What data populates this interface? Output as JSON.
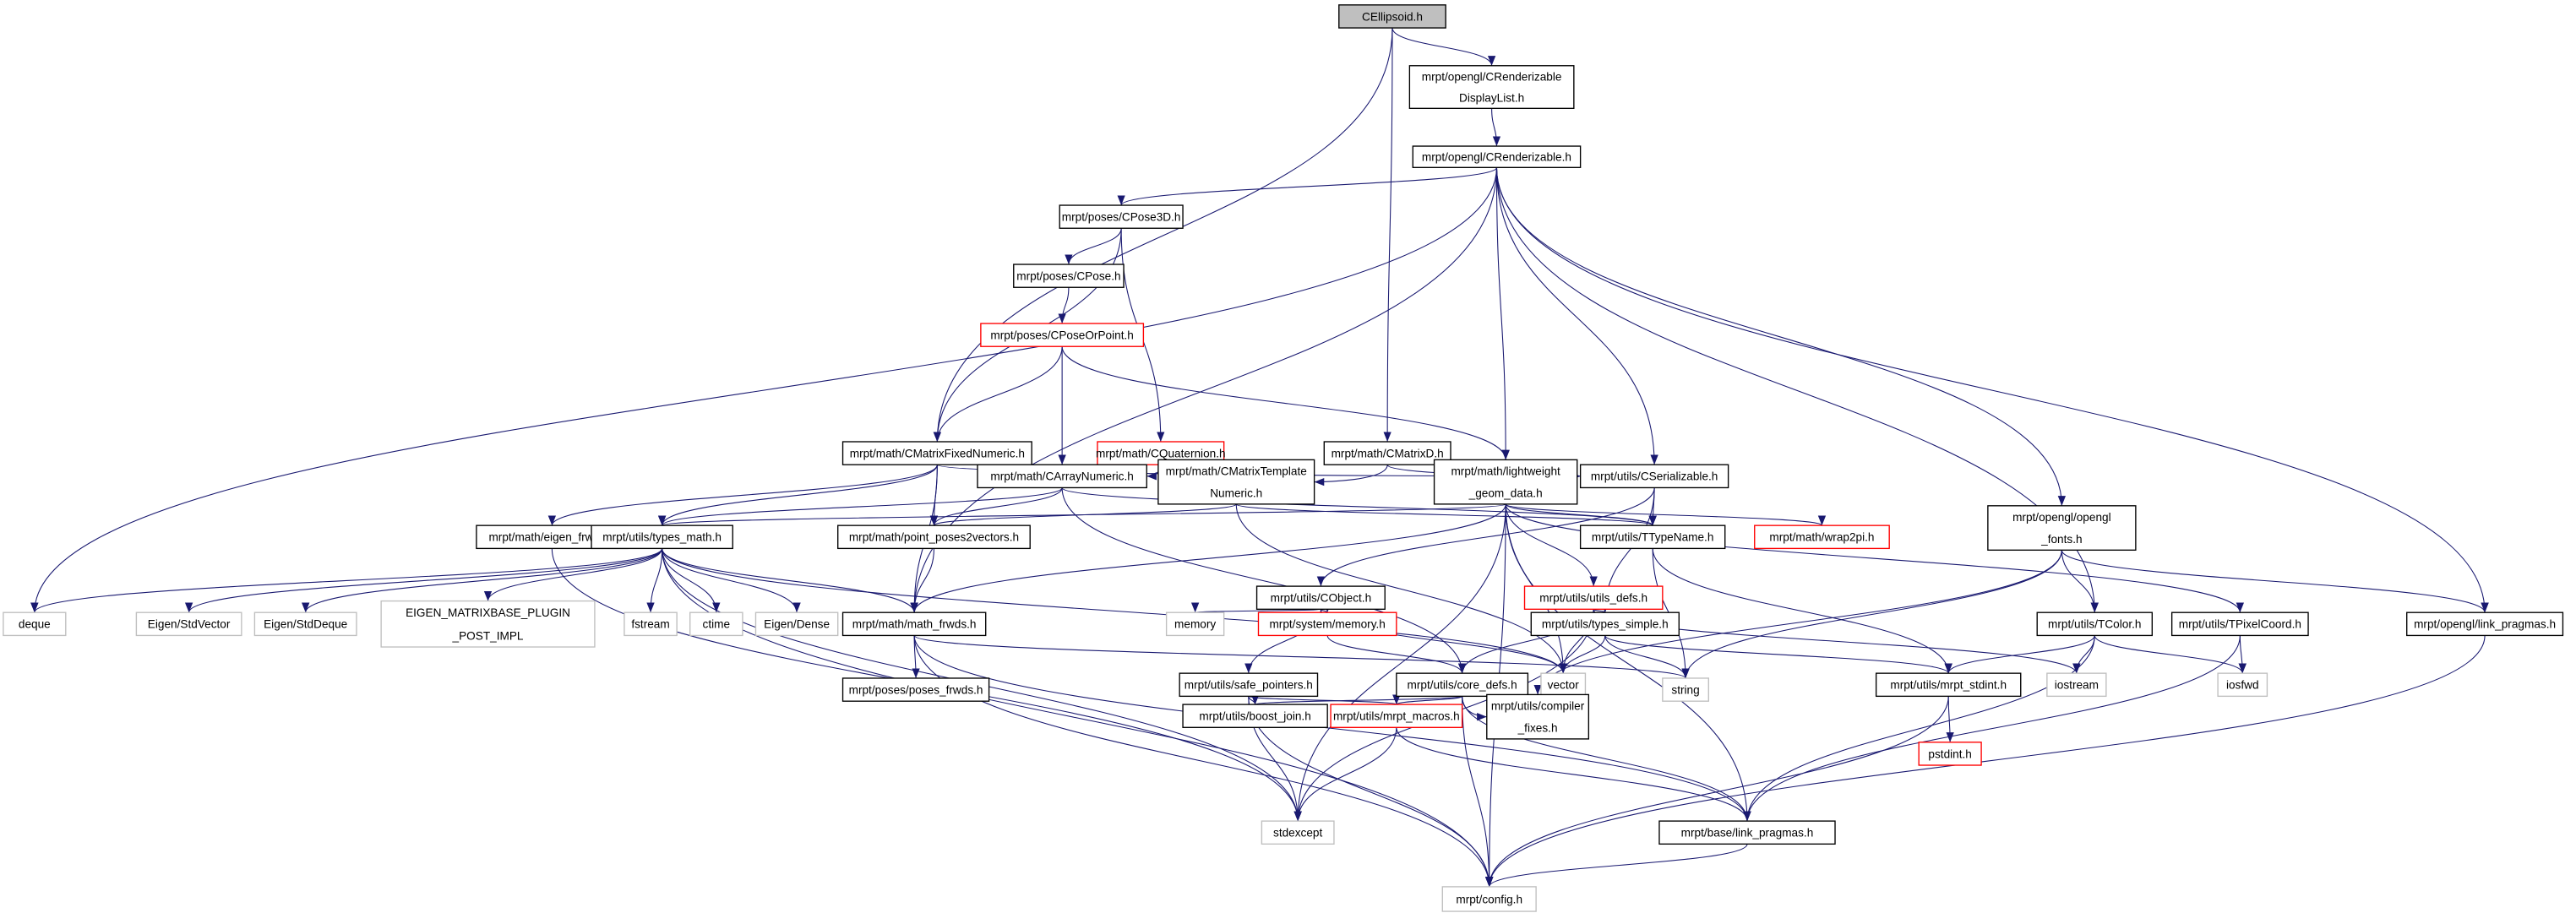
{
  "title": "CEllipsoid.h",
  "colors": {
    "edge": "#191970",
    "normal_border": "#000000",
    "truncated_border": "#ff0000",
    "external_border": "#bfbfbf",
    "root_fill": "#bfbfbf"
  },
  "nodes": [
    {
      "id": "root",
      "lines": [
        "CEllipsoid.h"
      ],
      "kind": "root"
    },
    {
      "id": "displaylist",
      "lines": [
        "mrpt/opengl/CRenderizable",
        "DisplayList.h"
      ],
      "kind": "normal"
    },
    {
      "id": "renderizable",
      "lines": [
        "mrpt/opengl/CRenderizable.h"
      ],
      "kind": "normal"
    },
    {
      "id": "cpose3d",
      "lines": [
        "mrpt/poses/CPose3D.h"
      ],
      "kind": "normal"
    },
    {
      "id": "cpose",
      "lines": [
        "mrpt/poses/CPose.h"
      ],
      "kind": "normal"
    },
    {
      "id": "cposeorpoint",
      "lines": [
        "mrpt/poses/CPoseOrPoint.h"
      ],
      "kind": "truncated"
    },
    {
      "id": "cmatrixfixed",
      "lines": [
        "mrpt/math/CMatrixFixedNumeric.h"
      ],
      "kind": "normal"
    },
    {
      "id": "cquaternion",
      "lines": [
        "mrpt/math/CQuaternion.h"
      ],
      "kind": "truncated"
    },
    {
      "id": "cmatrixd",
      "lines": [
        "mrpt/math/CMatrixD.h"
      ],
      "kind": "normal"
    },
    {
      "id": "carraynumeric",
      "lines": [
        "mrpt/math/CArrayNumeric.h"
      ],
      "kind": "normal"
    },
    {
      "id": "cmatrixtemplate",
      "lines": [
        "mrpt/math/CMatrixTemplate",
        "Numeric.h"
      ],
      "kind": "normal"
    },
    {
      "id": "lightweight",
      "lines": [
        "mrpt/math/lightweight",
        "_geom_data.h"
      ],
      "kind": "normal"
    },
    {
      "id": "cserializable",
      "lines": [
        "mrpt/utils/CSerializable.h"
      ],
      "kind": "normal"
    },
    {
      "id": "eigenfrwds",
      "lines": [
        "mrpt/math/eigen_frwds.h"
      ],
      "kind": "normal"
    },
    {
      "id": "typesmath",
      "lines": [
        "mrpt/utils/types_math.h"
      ],
      "kind": "normal"
    },
    {
      "id": "pointposes",
      "lines": [
        "mrpt/math/point_poses2vectors.h"
      ],
      "kind": "normal"
    },
    {
      "id": "ttypename",
      "lines": [
        "mrpt/utils/TTypeName.h"
      ],
      "kind": "normal"
    },
    {
      "id": "wrap2pi",
      "lines": [
        "mrpt/math/wrap2pi.h"
      ],
      "kind": "truncated"
    },
    {
      "id": "openglfonts",
      "lines": [
        "mrpt/opengl/opengl",
        "_fonts.h"
      ],
      "kind": "normal"
    },
    {
      "id": "cobject",
      "lines": [
        "mrpt/utils/CObject.h"
      ],
      "kind": "normal"
    },
    {
      "id": "utilsdefs",
      "lines": [
        "mrpt/utils/utils_defs.h"
      ],
      "kind": "truncated"
    },
    {
      "id": "deque",
      "lines": [
        "deque"
      ],
      "kind": "external"
    },
    {
      "id": "stdvector",
      "lines": [
        "Eigen/StdVector"
      ],
      "kind": "external"
    },
    {
      "id": "stddeque",
      "lines": [
        "Eigen/StdDeque"
      ],
      "kind": "external"
    },
    {
      "id": "eigenplugin",
      "lines": [
        "EIGEN_MATRIXBASE_PLUGIN",
        "_POST_IMPL"
      ],
      "kind": "external"
    },
    {
      "id": "fstream",
      "lines": [
        "fstream"
      ],
      "kind": "external"
    },
    {
      "id": "ctime",
      "lines": [
        "ctime"
      ],
      "kind": "external"
    },
    {
      "id": "eigendense",
      "lines": [
        "Eigen/Dense"
      ],
      "kind": "external"
    },
    {
      "id": "mathfrwds",
      "lines": [
        "mrpt/math/math_frwds.h"
      ],
      "kind": "normal"
    },
    {
      "id": "memory",
      "lines": [
        "memory"
      ],
      "kind": "external"
    },
    {
      "id": "sysmemory",
      "lines": [
        "mrpt/system/memory.h"
      ],
      "kind": "truncated"
    },
    {
      "id": "typessimple",
      "lines": [
        "mrpt/utils/types_simple.h"
      ],
      "kind": "normal"
    },
    {
      "id": "tcolor",
      "lines": [
        "mrpt/utils/TColor.h"
      ],
      "kind": "normal"
    },
    {
      "id": "tpixelcoord",
      "lines": [
        "mrpt/utils/TPixelCoord.h"
      ],
      "kind": "normal"
    },
    {
      "id": "glpragmas",
      "lines": [
        "mrpt/opengl/link_pragmas.h"
      ],
      "kind": "normal"
    },
    {
      "id": "posesfrwds",
      "lines": [
        "mrpt/poses/poses_frwds.h"
      ],
      "kind": "normal"
    },
    {
      "id": "safepointers",
      "lines": [
        "mrpt/utils/safe_pointers.h"
      ],
      "kind": "normal"
    },
    {
      "id": "coredefs",
      "lines": [
        "mrpt/utils/core_defs.h"
      ],
      "kind": "normal"
    },
    {
      "id": "vector",
      "lines": [
        "vector"
      ],
      "kind": "external"
    },
    {
      "id": "string",
      "lines": [
        "string"
      ],
      "kind": "external"
    },
    {
      "id": "mrptstdint",
      "lines": [
        "mrpt/utils/mrpt_stdint.h"
      ],
      "kind": "normal"
    },
    {
      "id": "iostream",
      "lines": [
        "iostream"
      ],
      "kind": "external"
    },
    {
      "id": "iosfwd",
      "lines": [
        "iosfwd"
      ],
      "kind": "external"
    },
    {
      "id": "boostjoin",
      "lines": [
        "mrpt/utils/boost_join.h"
      ],
      "kind": "normal"
    },
    {
      "id": "mrptmacros",
      "lines": [
        "mrpt/utils/mrpt_macros.h"
      ],
      "kind": "truncated"
    },
    {
      "id": "compilerfixes",
      "lines": [
        "mrpt/utils/compiler",
        "_fixes.h"
      ],
      "kind": "normal"
    },
    {
      "id": "pstdint",
      "lines": [
        "pstdint.h"
      ],
      "kind": "truncated"
    },
    {
      "id": "stdexcept",
      "lines": [
        "stdexcept"
      ],
      "kind": "external"
    },
    {
      "id": "basepragmas",
      "lines": [
        "mrpt/base/link_pragmas.h"
      ],
      "kind": "normal"
    },
    {
      "id": "config",
      "lines": [
        "mrpt/config.h"
      ],
      "kind": "external"
    }
  ],
  "edges": [
    [
      "root",
      "displaylist"
    ],
    [
      "root",
      "cmatrixfixed"
    ],
    [
      "root",
      "cmatrixd"
    ],
    [
      "displaylist",
      "renderizable"
    ],
    [
      "renderizable",
      "cpose3d"
    ],
    [
      "renderizable",
      "mathfrwds"
    ],
    [
      "renderizable",
      "lightweight"
    ],
    [
      "renderizable",
      "cserializable"
    ],
    [
      "renderizable",
      "openglfonts"
    ],
    [
      "renderizable",
      "tcolor"
    ],
    [
      "renderizable",
      "glpragmas"
    ],
    [
      "renderizable",
      "deque"
    ],
    [
      "cpose3d",
      "cpose"
    ],
    [
      "cpose3d",
      "cmatrixfixed"
    ],
    [
      "cpose3d",
      "cquaternion"
    ],
    [
      "cpose",
      "cposeorpoint"
    ],
    [
      "cposeorpoint",
      "cmatrixfixed"
    ],
    [
      "cposeorpoint",
      "carraynumeric"
    ],
    [
      "cposeorpoint",
      "lightweight"
    ],
    [
      "cmatrixfixed",
      "cserializable"
    ],
    [
      "cmatrixfixed",
      "eigenfrwds"
    ],
    [
      "cmatrixfixed",
      "typesmath"
    ],
    [
      "cmatrixfixed",
      "pointposes"
    ],
    [
      "cmatrixfixed",
      "mathfrwds"
    ],
    [
      "cquaternion",
      "carraynumeric"
    ],
    [
      "cquaternion",
      "cmatrixtemplate"
    ],
    [
      "cmatrixd",
      "cmatrixtemplate"
    ],
    [
      "cmatrixd",
      "cserializable"
    ],
    [
      "carraynumeric",
      "typesmath"
    ],
    [
      "carraynumeric",
      "pointposes"
    ],
    [
      "carraynumeric",
      "coredefs"
    ],
    [
      "carraynumeric",
      "ttypename"
    ],
    [
      "cmatrixtemplate",
      "pointposes"
    ],
    [
      "cmatrixtemplate",
      "vector"
    ],
    [
      "cmatrixtemplate",
      "ttypename"
    ],
    [
      "lightweight",
      "typesmath"
    ],
    [
      "lightweight",
      "mathfrwds"
    ],
    [
      "lightweight",
      "utilsdefs"
    ],
    [
      "lightweight",
      "vector"
    ],
    [
      "lightweight",
      "ttypename"
    ],
    [
      "lightweight",
      "wrap2pi"
    ],
    [
      "lightweight",
      "tpixelcoord"
    ],
    [
      "lightweight",
      "basepragmas"
    ],
    [
      "lightweight",
      "stdexcept"
    ],
    [
      "lightweight",
      "config"
    ],
    [
      "cserializable",
      "cobject"
    ],
    [
      "cserializable",
      "ttypename"
    ],
    [
      "cserializable",
      "typessimple"
    ],
    [
      "typesmath",
      "deque"
    ],
    [
      "typesmath",
      "stdvector"
    ],
    [
      "typesmath",
      "stddeque"
    ],
    [
      "typesmath",
      "eigenplugin"
    ],
    [
      "typesmath",
      "fstream"
    ],
    [
      "typesmath",
      "ctime"
    ],
    [
      "typesmath",
      "eigendense"
    ],
    [
      "typesmath",
      "mathfrwds"
    ],
    [
      "typesmath",
      "vector"
    ],
    [
      "typesmath",
      "config"
    ],
    [
      "typesmath",
      "stdexcept"
    ],
    [
      "eigenfrwds",
      "stdexcept"
    ],
    [
      "pointposes",
      "mathfrwds"
    ],
    [
      "mathfrwds",
      "posesfrwds"
    ],
    [
      "mathfrwds",
      "config"
    ],
    [
      "mathfrwds",
      "string"
    ],
    [
      "mathfrwds",
      "basepragmas"
    ],
    [
      "cobject",
      "safepointers"
    ],
    [
      "cobject",
      "memory"
    ],
    [
      "cobject",
      "sysmemory"
    ],
    [
      "cobject",
      "vector"
    ],
    [
      "sysmemory",
      "coredefs"
    ],
    [
      "utilsdefs",
      "coredefs"
    ],
    [
      "utilsdefs",
      "typessimple"
    ],
    [
      "utilsdefs",
      "vector"
    ],
    [
      "utilsdefs",
      "stdexcept"
    ],
    [
      "utilsdefs",
      "iostream"
    ],
    [
      "typessimple",
      "vector"
    ],
    [
      "typessimple",
      "string"
    ],
    [
      "typessimple",
      "mrptstdint"
    ],
    [
      "openglfonts",
      "tcolor"
    ],
    [
      "openglfonts",
      "string"
    ],
    [
      "openglfonts",
      "glpragmas"
    ],
    [
      "openglfonts",
      "compilerfixes"
    ],
    [
      "tcolor",
      "mrptstdint"
    ],
    [
      "tcolor",
      "iostream"
    ],
    [
      "tcolor",
      "iosfwd"
    ],
    [
      "tcolor",
      "basepragmas"
    ],
    [
      "tpixelcoord",
      "iosfwd"
    ],
    [
      "tpixelcoord",
      "basepragmas"
    ],
    [
      "ttypename",
      "string"
    ],
    [
      "ttypename",
      "mrptstdint"
    ],
    [
      "safepointers",
      "boostjoin"
    ],
    [
      "safepointers",
      "mrptmacros"
    ],
    [
      "safepointers",
      "stdexcept"
    ],
    [
      "safepointers",
      "config"
    ],
    [
      "coredefs",
      "boostjoin"
    ],
    [
      "coredefs",
      "mrptmacros"
    ],
    [
      "coredefs",
      "compilerfixes"
    ],
    [
      "coredefs",
      "config"
    ],
    [
      "coredefs",
      "basepragmas"
    ],
    [
      "mrptmacros",
      "stdexcept"
    ],
    [
      "mrptmacros",
      "basepragmas"
    ],
    [
      "mrptstdint",
      "pstdint"
    ],
    [
      "mrptstdint",
      "config"
    ],
    [
      "basepragmas",
      "config"
    ],
    [
      "glpragmas",
      "config"
    ]
  ]
}
